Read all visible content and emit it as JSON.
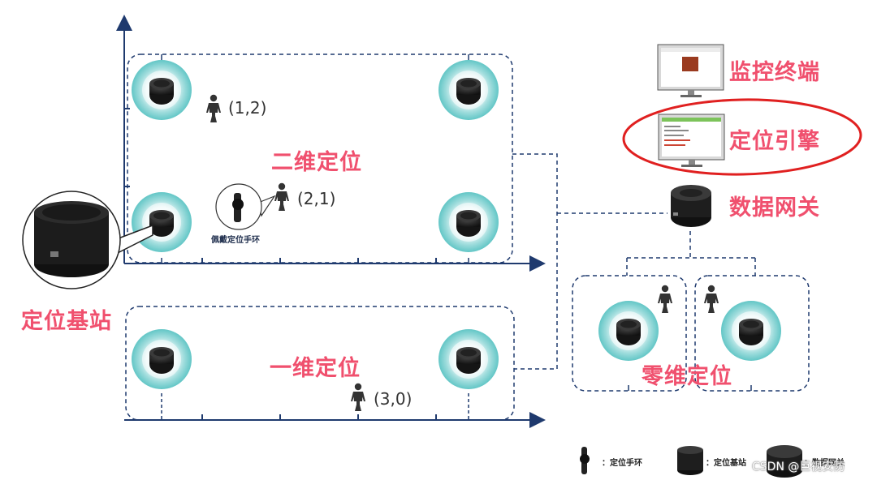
{
  "zones": {
    "two_d": "二维定位",
    "one_d": "一维定位",
    "zero_d": "零维定位"
  },
  "coords": {
    "p12": "(1,2)",
    "p21": "(2,1)",
    "p30": "(3,0)"
  },
  "base_station_label": "定位基站",
  "wristband_caption": "佩戴定位手环",
  "system": {
    "monitor": "监控终端",
    "engine": "定位引擎",
    "gateway": "数据网关"
  },
  "legend": {
    "wristband": "：定位手环",
    "base_station": "：定位基站",
    "gateway": "：数据网关"
  },
  "watermark": "CSDN @巨视安防",
  "colors": {
    "label_red": "#f0506e",
    "line_navy": "#1f3a6e",
    "ring_teal": "#5fc7c7",
    "highlight_red": "#e02020"
  }
}
